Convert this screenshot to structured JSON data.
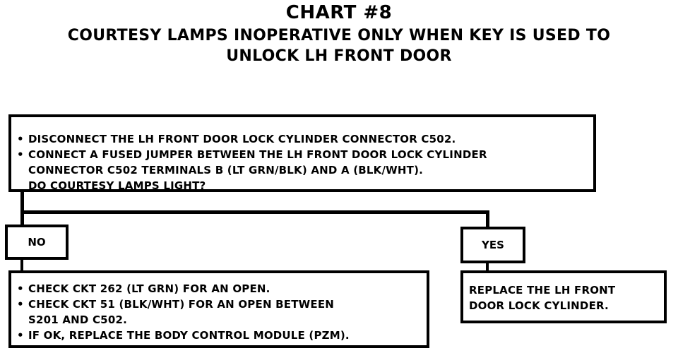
{
  "header": {
    "title": "CHART #8",
    "subtitle_line1": "COURTESY LAMPS INOPERATIVE ONLY WHEN KEY IS USED TO",
    "subtitle_line2": "UNLOCK LH FRONT DOOR"
  },
  "top_box": {
    "bullet1": "DISCONNECT THE LH FRONT DOOR LOCK CYLINDER CONNECTOR C502.",
    "bullet2_line1": "CONNECT A FUSED JUMPER BETWEEN THE LH FRONT DOOR LOCK CYLINDER",
    "bullet2_line2": "CONNECTOR C502 TERMINALS B (LT GRN/BLK) AND A (BLK/WHT).",
    "question": "DO COURTESY LAMPS LIGHT?"
  },
  "branches": {
    "no_label": "NO",
    "yes_label": "YES"
  },
  "no_box": {
    "bullet1": "CHECK CKT 262 (LT GRN) FOR AN OPEN.",
    "bullet2_line1": "CHECK CKT 51 (BLK/WHT) FOR AN OPEN BETWEEN",
    "bullet2_line2": "S201 AND C502.",
    "bullet3": "IF OK, REPLACE THE BODY CONTROL MODULE (PZM)."
  },
  "yes_box": {
    "line1": "REPLACE THE LH FRONT",
    "line2": "DOOR LOCK CYLINDER."
  },
  "bullet_char": "•"
}
